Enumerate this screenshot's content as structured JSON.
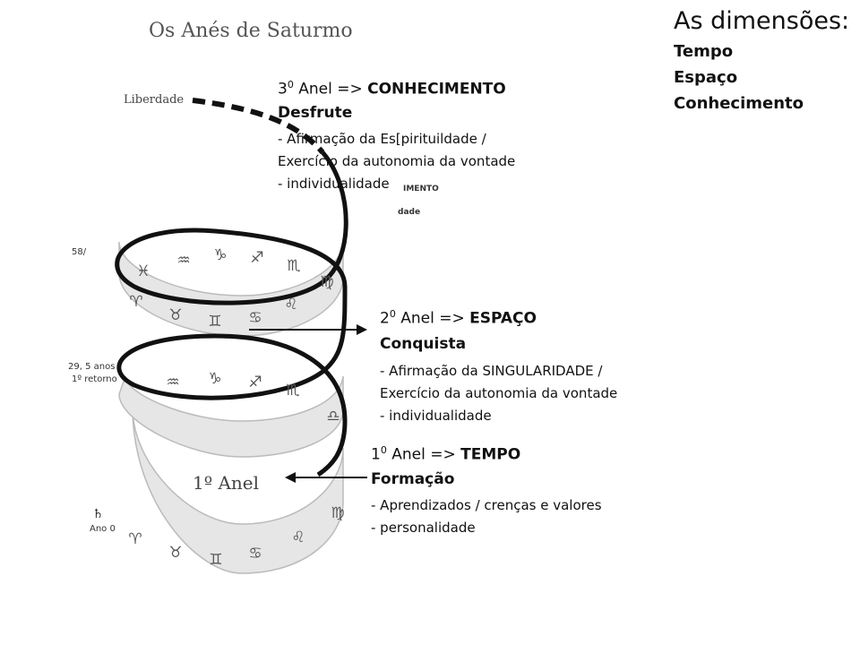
{
  "title": "Os Anés de Saturmo",
  "dimensions": {
    "heading": "As dimensões:",
    "items": [
      "Tempo",
      "Espaço",
      "Conhecimento"
    ]
  },
  "labels": {
    "liberdade": "Liberdade",
    "age_58": "58/",
    "age_29": "29, 5 anos",
    "retorno": "1º retorno",
    "anel_1": "1º Anel",
    "ano_0": "Ano 0",
    "saturn_symbol": "♄",
    "fragment_1": "IMENTO",
    "fragment_2": "dade"
  },
  "rings": [
    {
      "number": "3",
      "sup": "0",
      "label_prefix": "Anel  =>",
      "label_name": "CONHECIMENTO",
      "subtitle": "Desfrute",
      "lines": [
        "- Afirmação da Es[pirituildade /",
        "Exercício da autonomia da vontade",
        "- individualidade"
      ]
    },
    {
      "number": "2",
      "sup": "0",
      "label_prefix": "Anel  =>",
      "label_name": "ESPAÇO",
      "subtitle": "Conquista",
      "lines": [
        "- Afirmação da SINGULARIDADE /",
        "Exercício da autonomia da vontade",
        "- individualidade"
      ]
    },
    {
      "number": "1",
      "sup": "0",
      "label_prefix": "Anel  =>",
      "label_name": "TEMPO",
      "subtitle": "Formação",
      "lines": [
        "- Aprendizados / crenças e valores",
        "- personalidade"
      ]
    }
  ],
  "zodiac": {
    "ring_top": [
      "♓",
      "♒",
      "♑",
      "♐",
      "♏"
    ],
    "ring_top_front": [
      "♈",
      "♉",
      "♊",
      "♋",
      "♌",
      "♍"
    ],
    "ring_mid": [
      "♒",
      "♑",
      "♐",
      "♏",
      "♎"
    ],
    "ring_bottom": [
      "♈",
      "♉",
      "♊",
      "♋",
      "♌",
      "♍"
    ]
  },
  "colors": {
    "ring_fill": "#e6e6e6",
    "ring_edge": "#bbbbbb",
    "spiral": "#111111",
    "title": "#555555"
  }
}
